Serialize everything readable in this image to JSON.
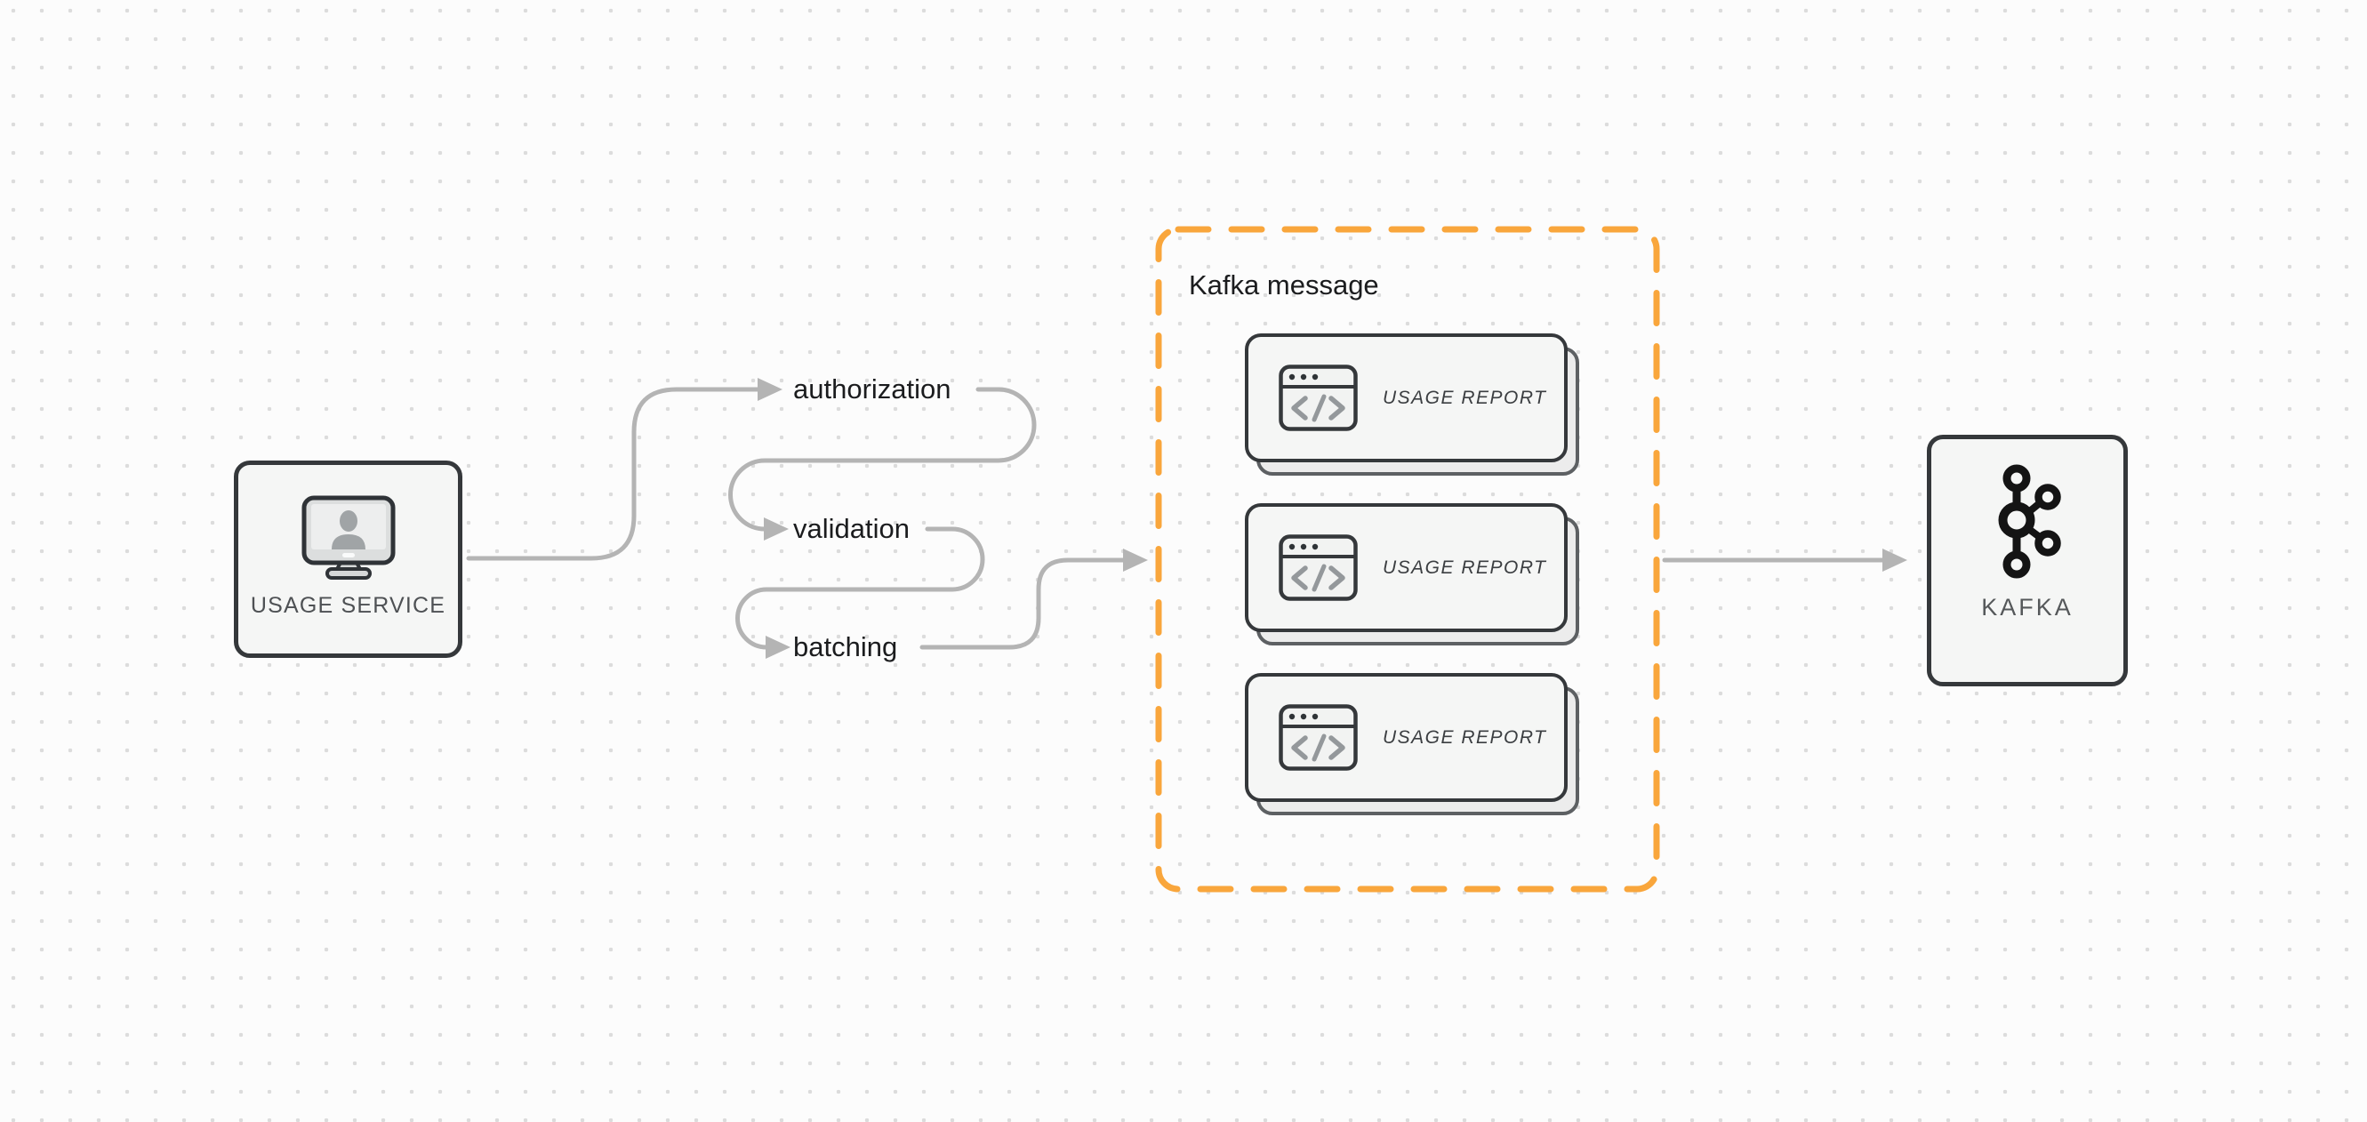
{
  "diagram": {
    "nodes": {
      "usage_service": {
        "label": "USAGE SERVICE",
        "icon": "monitor-user-icon"
      },
      "kafka": {
        "label": "KAFKA",
        "icon": "kafka-logo-icon"
      }
    },
    "steps": [
      {
        "label": "authorization"
      },
      {
        "label": "validation"
      },
      {
        "label": "batching"
      }
    ],
    "kafka_message_group": {
      "title": "Kafka message",
      "cards": [
        {
          "label": "USAGE REPORT",
          "icon": "code-window-icon"
        },
        {
          "label": "USAGE REPORT",
          "icon": "code-window-icon"
        },
        {
          "label": "USAGE REPORT",
          "icon": "code-window-icon"
        }
      ]
    },
    "colors": {
      "accent_orange": "#f9a63c",
      "connector_gray": "#b4b4b4",
      "stroke_dark": "#35383b",
      "node_fill": "#f5f6f5",
      "background": "#fcfcfc",
      "grid_dot": "#dcdcdc"
    }
  }
}
